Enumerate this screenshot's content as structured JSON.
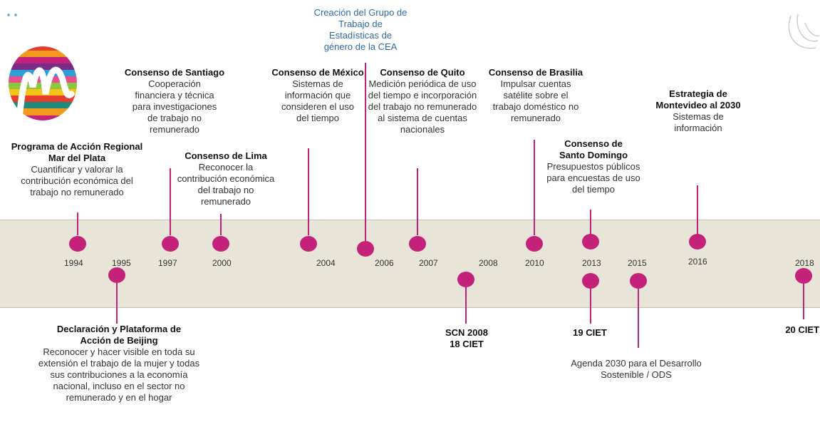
{
  "colors": {
    "accent": "#c4217a",
    "band": "#e8e4d8",
    "cea_text": "#2e6aa3"
  },
  "decor": {
    "logo": "logo-icon",
    "corner_swirl": "swirl-icon",
    "corner_dots": "dots-icon"
  },
  "years": {
    "y1994": "1994",
    "y1995": "1995",
    "y1997": "1997",
    "y2000": "2000",
    "y2004": "2004",
    "y2006": "2006",
    "y2007": "2007",
    "y2008": "2008",
    "y2010": "2010",
    "y2013": "2013",
    "y2015": "2015",
    "y2016": "2016",
    "y2018": "2018"
  },
  "events": {
    "mar_del_plata": {
      "title": "Programa de Acción Regional Mar del Plata",
      "desc": "Cuantificar y valorar la contribución económica del trabajo no remunerado"
    },
    "beijing": {
      "title": "Declaración y Plataforma de Acción de Beijing",
      "desc": "Reconocer y hacer visible en toda su extensión el trabajo de la mujer y todas sus contribuciones a la economía nacional, incluso en el sector no remunerado y en el hogar"
    },
    "santiago": {
      "title": "Consenso de Santiago",
      "desc": "Cooperación financiera y técnica para investigaciones de trabajo no remunerado"
    },
    "lima": {
      "title": "Consenso de Lima",
      "desc": "Reconocer la contribución económica del trabajo no remunerado"
    },
    "mexico": {
      "title": "Consenso de México",
      "desc": "Sistemas de información que consideren el uso del tiempo"
    },
    "cea": {
      "desc": "Creación del Grupo de Trabajo de Estadísticas de género de la CEA"
    },
    "quito": {
      "title": "Consenso de Quito",
      "desc": "Medición periódica de uso del tiempo e incorporación del trabajo no remunerado al sistema de cuentas nacionales"
    },
    "scn": {
      "line1": "SCN 2008",
      "line2": "18 CIET"
    },
    "brasilia": {
      "title": "Consenso de Brasilia",
      "desc": "Impulsar cuentas satélite sobre el trabajo doméstico no remunerado"
    },
    "santo_domingo": {
      "title": "Consenso de Santo Domingo",
      "desc": "Presupuestos públicos para encuestas de uso del tiempo"
    },
    "ciet19": {
      "title": "19 CIET"
    },
    "agenda": {
      "desc": "Agenda 2030 para el Desarrollo Sostenible / ODS"
    },
    "montevideo": {
      "title": "Estrategia de Montevideo al 2030",
      "desc": "Sistemas de información"
    },
    "ciet20": {
      "title": "20 CIET"
    }
  }
}
